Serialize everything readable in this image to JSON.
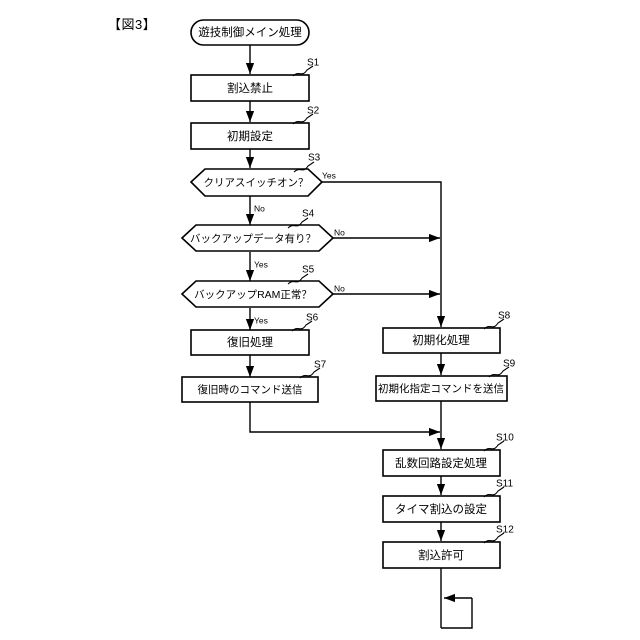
{
  "figure": {
    "label": "【図3】",
    "title": "遊技制御メイン処理"
  },
  "nodes": [
    {
      "id": "start",
      "kind": "terminator",
      "text": "遊技制御メイン処理",
      "step": ""
    },
    {
      "id": "s1",
      "kind": "process",
      "text": "割込禁止",
      "step": "S1"
    },
    {
      "id": "s2",
      "kind": "process",
      "text": "初期設定",
      "step": "S2"
    },
    {
      "id": "s3",
      "kind": "decision",
      "text": "クリアスイッチオン？",
      "step": "S3"
    },
    {
      "id": "s4",
      "kind": "decision",
      "text": "バックアップデータ有り？",
      "step": "S4"
    },
    {
      "id": "s5",
      "kind": "decision",
      "text": "バックアップRAM正常？",
      "step": "S5"
    },
    {
      "id": "s6",
      "kind": "process",
      "text": "復旧処理",
      "step": "S6"
    },
    {
      "id": "s7",
      "kind": "process",
      "text": "復旧時のコマンド送信",
      "step": "S7"
    },
    {
      "id": "s8",
      "kind": "process",
      "text": "初期化処理",
      "step": "S8"
    },
    {
      "id": "s9",
      "kind": "process",
      "text": "初期化指定コマンドを送信",
      "step": "S9"
    },
    {
      "id": "s10",
      "kind": "process",
      "text": "乱数回路設定処理",
      "step": "S10"
    },
    {
      "id": "s11",
      "kind": "process",
      "text": "タイマ割込の設定",
      "step": "S11"
    },
    {
      "id": "s12",
      "kind": "process",
      "text": "割込許可",
      "step": "S12"
    }
  ],
  "branch_labels": {
    "s3_yes": "Yes",
    "s3_no": "No",
    "s4_no": "No",
    "s4_yes": "Yes",
    "s5_no": "No",
    "s5_yes": "Yes"
  },
  "colors": {
    "line": "#000000",
    "fill": "#ffffff",
    "text": "#000000"
  }
}
